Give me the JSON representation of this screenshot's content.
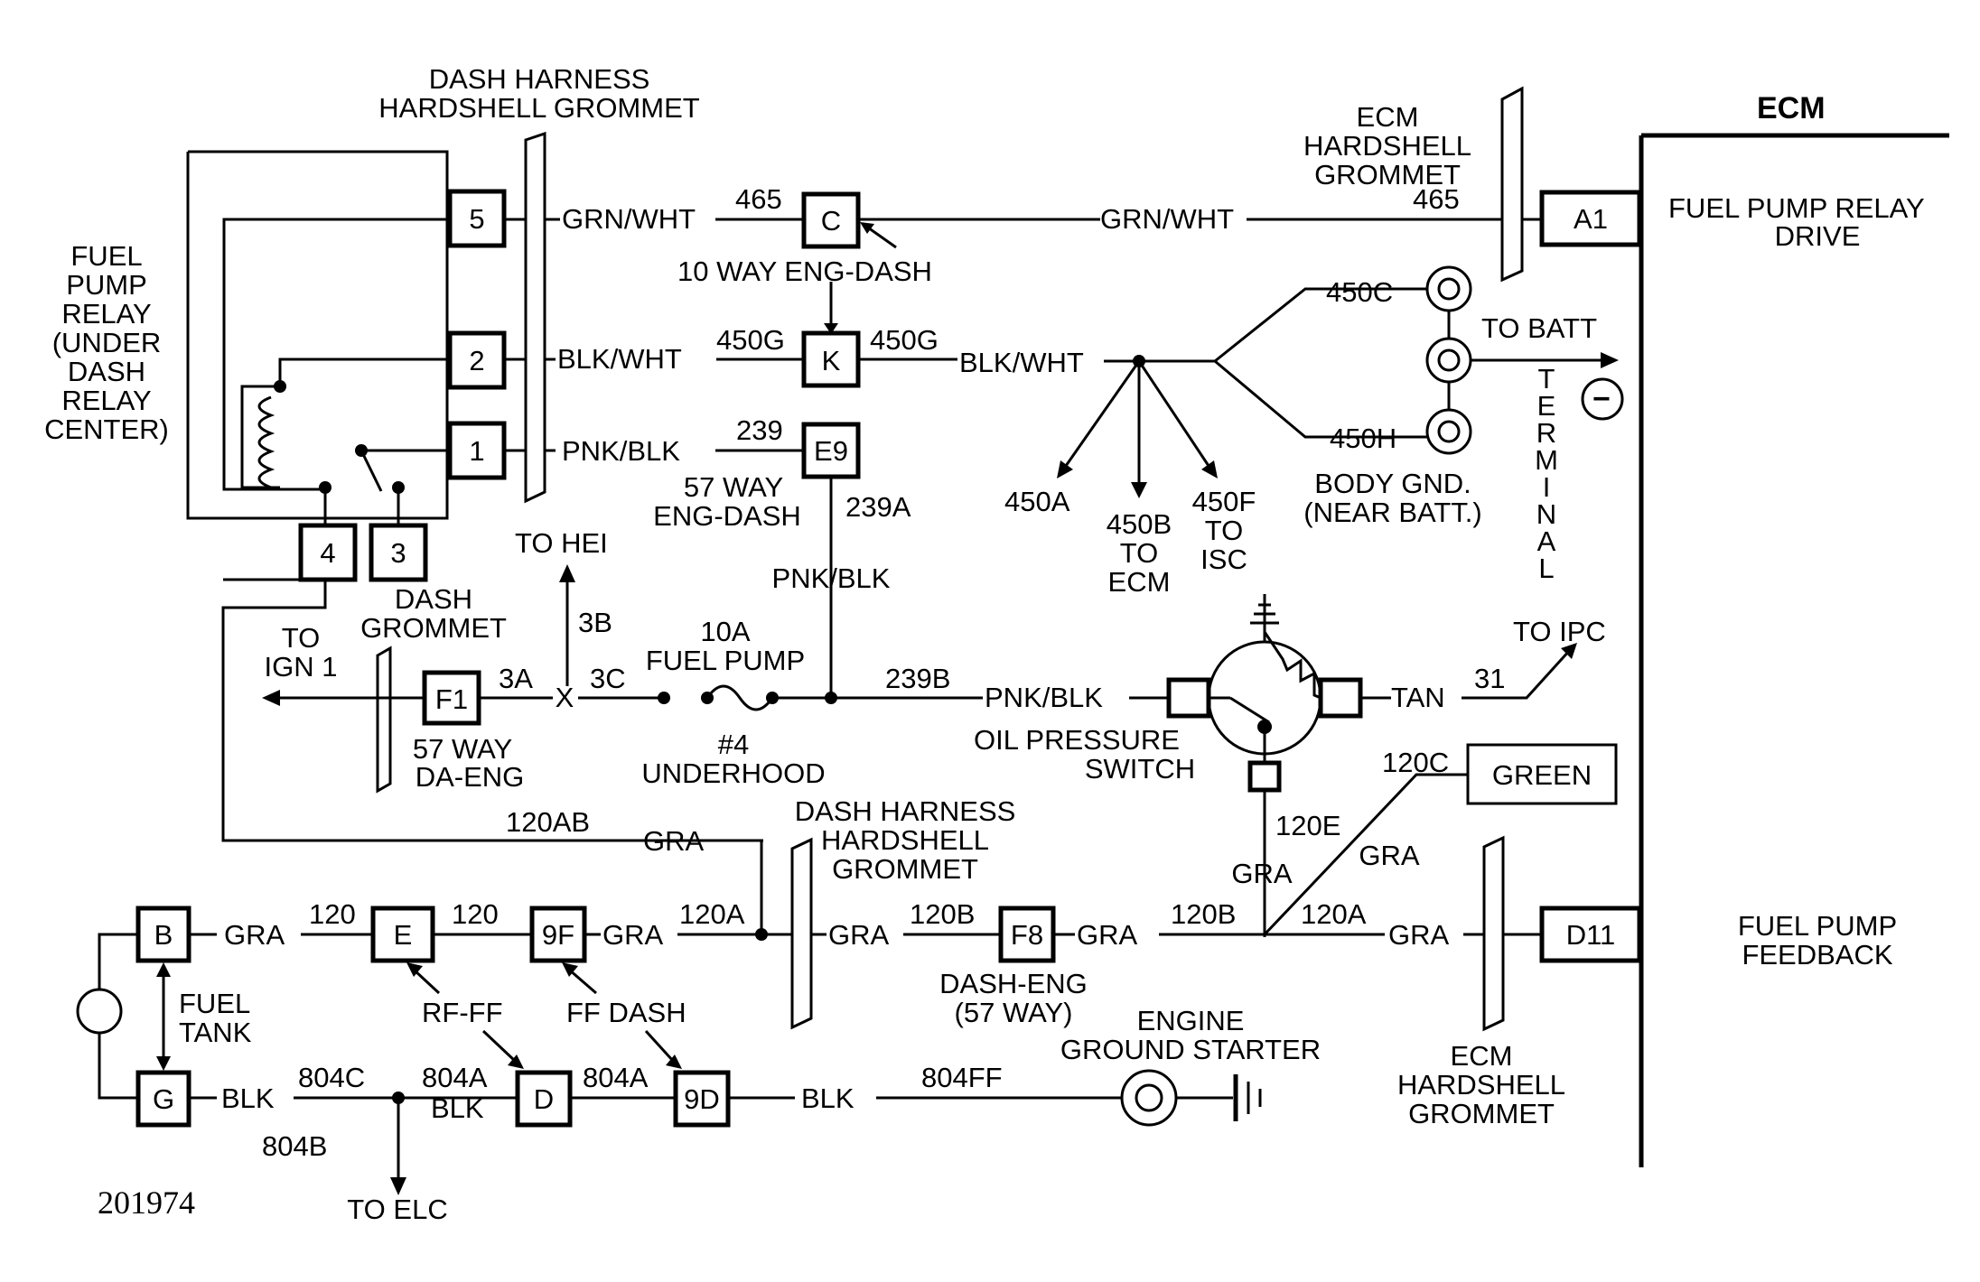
{
  "figure_number": "201974",
  "ecm": {
    "title": "ECM",
    "fuel_pump_relay_drive": [
      "FUEL PUMP RELAY",
      "DRIVE"
    ],
    "fuel_pump_feedback": [
      "FUEL PUMP",
      "FEEDBACK"
    ],
    "pins": {
      "a1": "A1",
      "d11": "D11"
    }
  },
  "relay": {
    "label": [
      "FUEL",
      "PUMP",
      "RELAY",
      "(UNDER",
      "DASH",
      "RELAY",
      "CENTER)"
    ],
    "terminals": {
      "t5": "5",
      "t2": "2",
      "t1": "1",
      "t4": "4",
      "t3": "3"
    }
  },
  "grommets": {
    "dash_harness_top": [
      "DASH HARNESS",
      "HARDSHELL GROMMET"
    ],
    "ecm_top": [
      "ECM",
      "HARDSHELL",
      "GROMMET"
    ],
    "dash": [
      "DASH",
      "GROMMET"
    ],
    "dash_harness_bottom": [
      "DASH HARNESS",
      "HARDSHELL",
      "GROMMET"
    ],
    "ecm_bottom": [
      "ECM",
      "HARDSHELL",
      "GROMMET"
    ]
  },
  "connectors": {
    "c": "C",
    "k": "K",
    "e9": "E9",
    "f1": "F1",
    "b": "B",
    "g": "G",
    "e": "E",
    "9f": "9F",
    "f8": "F8",
    "d": "D",
    "9d": "9D"
  },
  "connector_labels": {
    "ten_way": "10 WAY ENG-DASH",
    "fifty_seven_way_eng_dash": [
      "57 WAY",
      "ENG-DASH"
    ],
    "fifty_seven_way_da_eng": [
      "57 WAY",
      "DA-ENG"
    ],
    "dash_eng": [
      "DASH-ENG",
      "(57 WAY)"
    ],
    "rf_ff": "RF-FF",
    "ff_dash": "FF DASH",
    "fuel_tank": [
      "FUEL",
      "TANK"
    ]
  },
  "wires": {
    "grn_wht": "GRN/WHT",
    "blk_wht": "BLK/WHT",
    "pnk_blk": "PNK/BLK",
    "gra": "GRA",
    "blk": "BLK",
    "tan": "TAN",
    "w465": "465",
    "w450g": "450G",
    "w239": "239",
    "w239a": "239A",
    "w239b": "239B",
    "w450c": "450C",
    "w450h": "450H",
    "w450a": "450A",
    "w450b": [
      "450B",
      "TO",
      "ECM"
    ],
    "w450f": [
      "450F",
      "TO",
      "ISC"
    ],
    "w3a": "3A",
    "w3b": "3B",
    "w3c": "3C",
    "w31": "31",
    "w120ab": "120AB",
    "w120": "120",
    "w120a": "120A",
    "w120b": "120B",
    "w120c": "120C",
    "w120e": "120E",
    "w804c": "804C",
    "w804a": "804A",
    "w804b": "804B",
    "w804ff": "804FF",
    "x_mark": "X"
  },
  "destinations": {
    "to_batt": "TO BATT",
    "terminal": [
      "T",
      "E",
      "R",
      "M",
      "I",
      "N",
      "A",
      "L"
    ],
    "body_gnd": [
      "BODY GND.",
      "(NEAR BATT.)"
    ],
    "to_hei": "TO HEI",
    "to_ign1": [
      "TO",
      "IGN 1"
    ],
    "to_ipc": "TO IPC",
    "to_elc": "TO ELC",
    "green": "GREEN",
    "engine_ground": [
      "ENGINE",
      "GROUND STARTER"
    ]
  },
  "fuse": {
    "label": [
      "10A",
      "FUEL PUMP"
    ],
    "location": [
      "#4",
      "UNDERHOOD"
    ]
  },
  "oil_switch": [
    "OIL PRESSURE",
    "SWITCH"
  ],
  "minus_symbol": "−"
}
